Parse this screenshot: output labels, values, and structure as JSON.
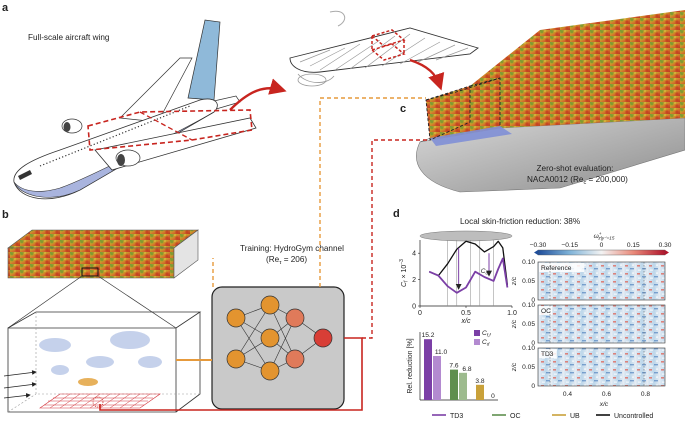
{
  "colors": {
    "td3": "#7b3fa6",
    "oc": "#5f8f4e",
    "ub": "#c9a13a",
    "uncontrolled": "#111111",
    "arrow_red": "#c8251f",
    "dashed_orange": "#e69a3c",
    "fuselage": "#ffffff",
    "belly": "#a9b4de",
    "tail": "#8fb9d9"
  },
  "panels": {
    "a": {
      "letter": "a",
      "caption": "Full-scale aircraft wing"
    },
    "b": {
      "letter": "b",
      "training_line1": "Training: HydroGym channel",
      "training_line2": "(Re",
      "training_sub": "τ",
      "training_end": " = 206)"
    },
    "c": {
      "letter": "c",
      "zero_shot_line1": "Zero-shot evaluation:",
      "zero_shot_line2": "NACA0012 (Re",
      "zero_shot_sub": "c",
      "zero_shot_end": " = 200,000)"
    },
    "d": {
      "letter": "d",
      "title": "Local skin-friction reduction: 38%"
    }
  },
  "chart_data": [
    {
      "type": "line",
      "xlabel": "x/c",
      "ylabel": "C_f × 10^-3",
      "ylabel_display": "C",
      "ylabel_sub": "f",
      "ylabel_suffix": " × 10",
      "ylabel_sup": "−3",
      "xlim": [
        0,
        1.0
      ],
      "ylim": [
        0,
        5
      ],
      "xticks": [
        "0",
        "0.5",
        "1.0"
      ],
      "yticks": [
        "0",
        "2",
        "4"
      ],
      "series": [
        {
          "key": "uncontrolled",
          "x": [
            0.1,
            0.2,
            0.3,
            0.4,
            0.5,
            0.6,
            0.7,
            0.8,
            0.85,
            0.9,
            0.95
          ],
          "y": [
            2.6,
            2.3,
            3.2,
            4.3,
            4.9,
            4.7,
            4.1,
            4.5,
            4.9,
            4.4,
            1.6
          ]
        },
        {
          "key": "td3",
          "x": [
            0.1,
            0.2,
            0.3,
            0.4,
            0.5,
            0.6,
            0.7,
            0.8,
            0.85,
            0.9,
            0.95
          ],
          "y": [
            2.6,
            2.3,
            1.5,
            1.0,
            1.4,
            2.6,
            2.2,
            1.9,
            2.8,
            3.6,
            1.4
          ]
        }
      ],
      "label_cd": "C",
      "label_cd_sub": "d"
    },
    {
      "type": "bar",
      "ylabel": "Rel. reduction [%]",
      "categories": [
        "TD3",
        "OC",
        "UB"
      ],
      "legend": [
        {
          "label": "C",
          "sub": "f,f"
        },
        {
          "label": "C",
          "sub": "d"
        }
      ],
      "series": [
        {
          "key": "cff",
          "values": [
            15.2,
            7.6,
            3.8
          ]
        },
        {
          "key": "cd",
          "values": [
            11.0,
            6.8,
            0
          ]
        }
      ],
      "ylim": [
        0,
        17
      ]
    },
    {
      "type": "heatmap",
      "colorbar_label": "ω",
      "colorbar_sup": "+",
      "colorbar_sub": "z|y⁺=15",
      "colorbar_ticks": [
        "−0.30",
        "−0.15",
        "0",
        "0.15",
        "0.30"
      ],
      "colorbar_range": [
        -0.3,
        0.3
      ],
      "ylabel": "z/c",
      "xlabel": "x/c",
      "yticks": [
        "0",
        "0.05",
        "0.10"
      ],
      "xticks": [
        "0.4",
        "0.6",
        "0.8"
      ],
      "rows": [
        "Reference",
        "OC",
        "TD3"
      ]
    }
  ],
  "legend": [
    {
      "key": "td3",
      "label": "TD3"
    },
    {
      "key": "oc",
      "label": "OC"
    },
    {
      "key": "ub",
      "label": "UB"
    },
    {
      "key": "uncontrolled",
      "label": "Uncontrolled"
    }
  ]
}
